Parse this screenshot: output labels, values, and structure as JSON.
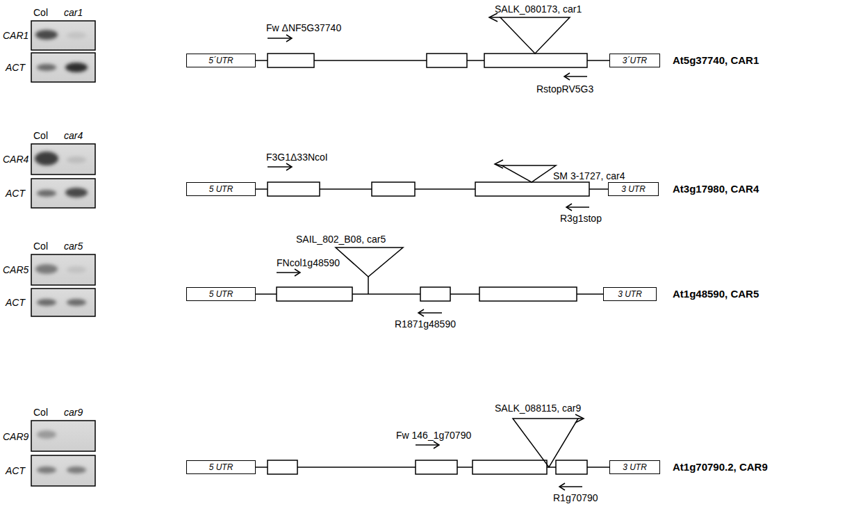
{
  "diagram": {
    "nodes": [
      {
        "text": [
          "5´UTR"
        ]
      },
      {
        "text": [
          "3´UTR"
        ]
      },
      {
        "text": [
          "5 UTR"
        ]
      },
      {
        "text": [
          "3 UTR"
        ]
      },
      {
        "text": [
          "5 UTR"
        ]
      },
      {
        "text": [
          "3 UTR"
        ]
      },
      {
        "text": [
          "5 UTR"
        ]
      },
      {
        "text": [
          "3 UTR"
        ]
      }
    ],
    "labels": [
      "Col",
      "car1",
      "CAR1",
      "ACT",
      "SALK_080173, car1",
      "Fw ΔNF5G37740",
      "RstopRV5G3",
      "At5g37740, CAR1",
      "Col",
      "car4",
      "CAR4",
      "ACT",
      "SM 3-1727, car4",
      "F3G1Δ33NcoI",
      "R3g1stop",
      "At3g17980, CAR4",
      "Col",
      "car5",
      "CAR5",
      "ACT",
      "SAIL_802_B08, car5",
      "FNcol1g48590",
      "R1871g48590",
      "At1g48590, CAR5",
      "Col",
      "car9",
      "CAR9",
      "ACT",
      "SALK_088115, car9",
      "Fw 146_1g70790",
      "R1g70790",
      "At1g70790.2, CAR9"
    ]
  }
}
